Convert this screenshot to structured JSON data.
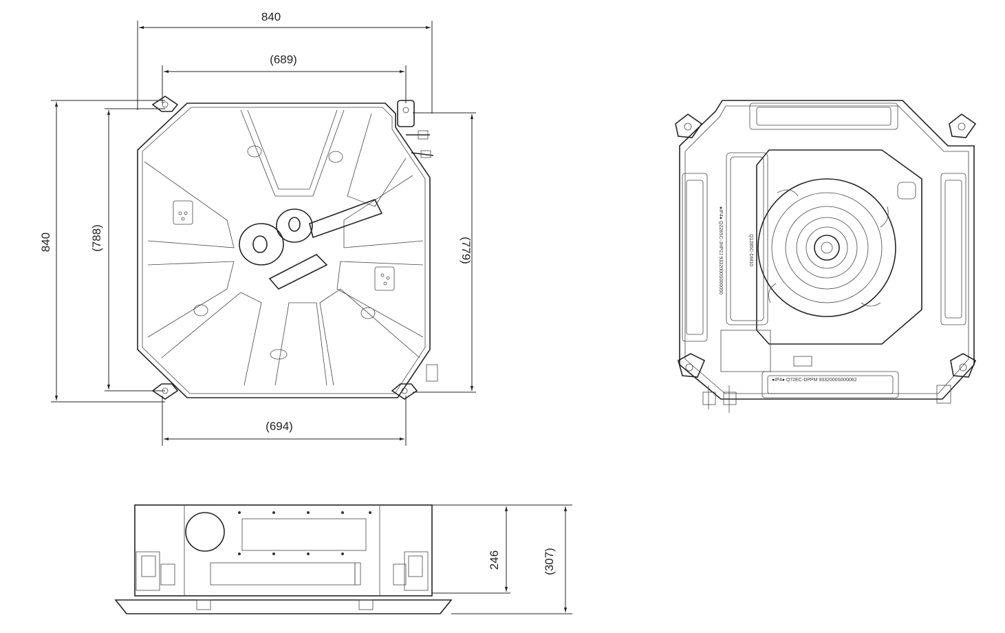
{
  "top_view": {
    "width_overall": "840",
    "width_inner_top": "(689)",
    "width_inner_bottom": "(694)",
    "height_overall": "840",
    "height_inner_left": "(788)",
    "height_inner_right": "(779)"
  },
  "side_view": {
    "body_height": "246",
    "total_height": "(307)"
  },
  "bottom_view": {
    "label_left_1": "●IP4●  Q228SC-JHP2J  9332000S000050",
    "label_left_2": "Q1285C-DM10",
    "label_bottom": "●IP4●  Q72EC-DPPM  9332000S000062"
  }
}
